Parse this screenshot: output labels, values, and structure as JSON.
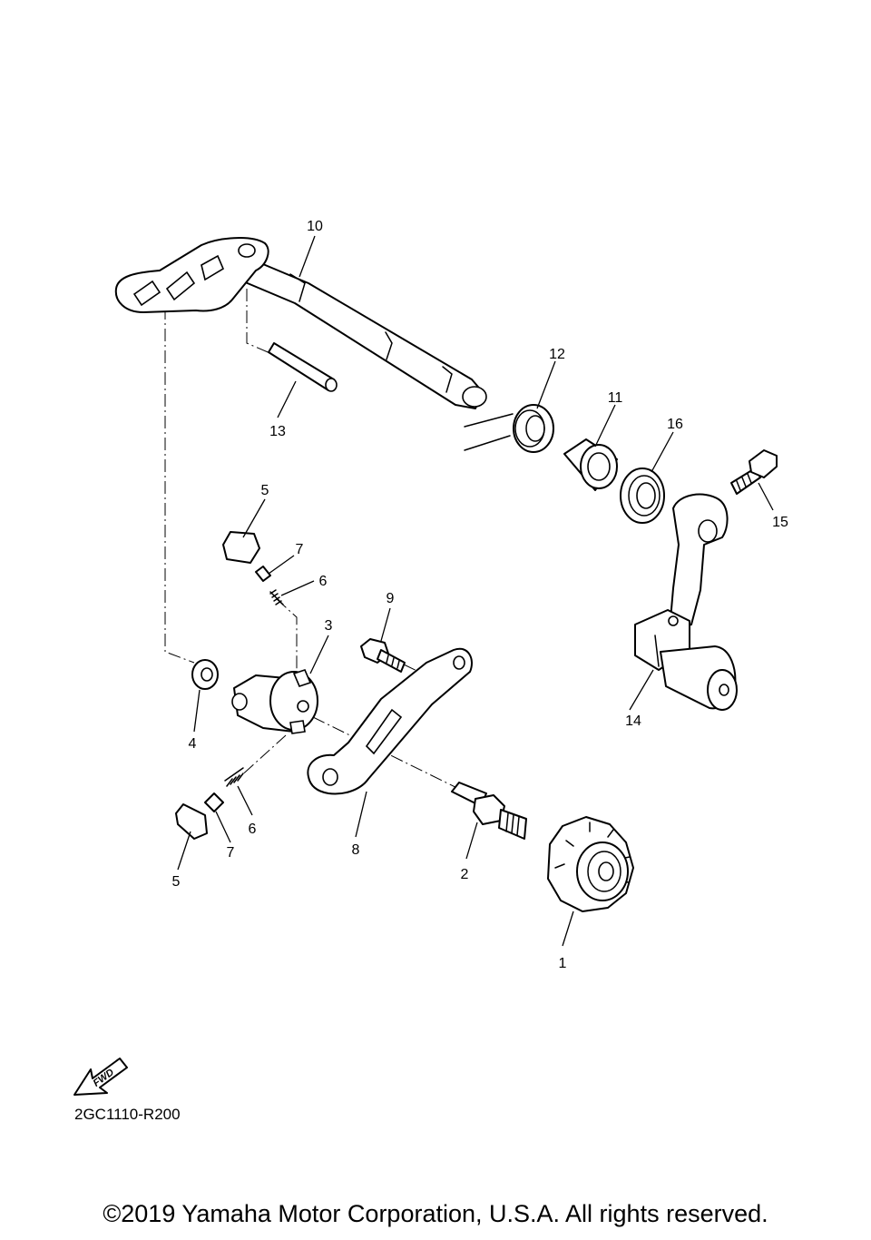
{
  "diagram_code": "2GC1110-R200",
  "copyright": "©2019 Yamaha Motor Corporation, U.S.A. All rights reserved.",
  "fwd_label": "FWD",
  "callouts": {
    "c1": "1",
    "c2": "2",
    "c3": "3",
    "c4": "4",
    "c5a": "5",
    "c5b": "5",
    "c6a": "6",
    "c6b": "6",
    "c7a": "7",
    "c7b": "7",
    "c8": "8",
    "c9": "9",
    "c10": "10",
    "c11": "11",
    "c12": "12",
    "c13": "13",
    "c14": "14",
    "c15": "15",
    "c16": "16"
  }
}
